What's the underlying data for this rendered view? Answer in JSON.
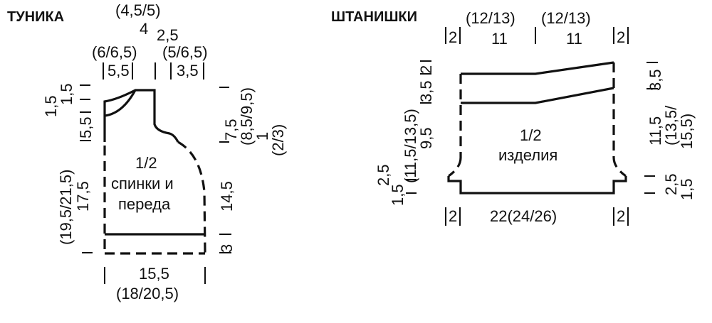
{
  "tunic": {
    "title": "ТУНИКА",
    "label_line1": "1/2",
    "label_line2": "спинки и",
    "label_line3": "переда",
    "top_neck_alt": "(4,5/5)",
    "top_neck": "4",
    "top_shoulder_right": "2,5",
    "top_left_alt": "(6/6,5)",
    "top_right_alt": "(5/6,5)",
    "top_left": "5,5",
    "top_right": "3,5",
    "left_neck_1": "1,5",
    "left_neck_2": "1,5",
    "left_shoulder": "5,5",
    "left_body_alt": "(19,5/21,5)",
    "left_body": "17,5",
    "right_neck": "7,5",
    "right_neck_alt": "(8,5/9,5)",
    "right_armhole": "1",
    "right_armhole_alt": "(2/3)",
    "right_side": "14,5",
    "right_hem": "3",
    "bottom_width": "15,5",
    "bottom_width_alt": "(18/20,5)"
  },
  "pants": {
    "title": "ШТАНИШКИ",
    "label_line1": "1/2",
    "label_line2": "изделия",
    "top_left_alt": "(12/13)",
    "top_right_alt": "(12/13)",
    "top_left": "11",
    "top_right": "11",
    "top_edge_left": "2",
    "top_edge_right": "2",
    "left_waist_1": "2",
    "left_waist_2": "3,5",
    "left_height_alt": "(11,5/13,5)",
    "left_height": "9,5",
    "left_cuff_1": "2,5",
    "left_cuff_2": "1,5",
    "right_waist": "3,5",
    "right_height": "11,5",
    "right_height_alt": "(13,5/",
    "right_height_alt2": "15,5)",
    "right_cuff_1": "2,5",
    "right_cuff_2": "1,5",
    "bottom_edge_left": "2",
    "bottom_edge_right": "2",
    "bottom_width": "22(24/26)"
  }
}
